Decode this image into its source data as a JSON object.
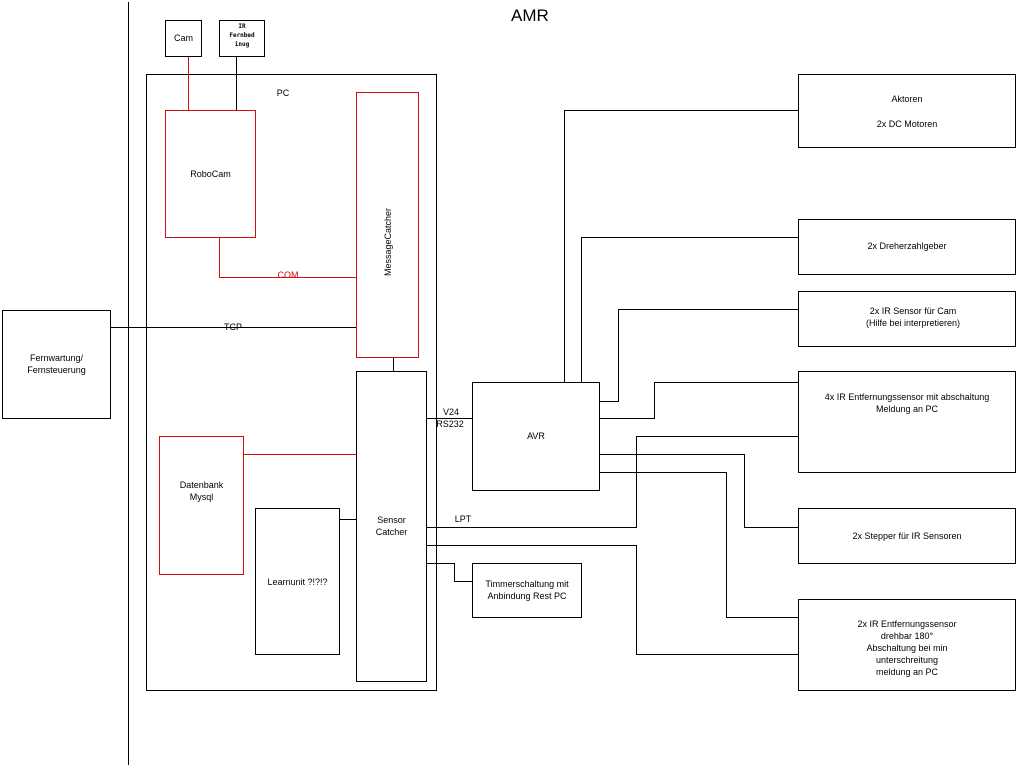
{
  "diagram": {
    "title": "AMR",
    "pc_label": "PC",
    "cam": "Cam",
    "ir_remote": "IR\nFernbed\ninug",
    "robocam": "RoboCam",
    "message_catcher": "MessageCatcher",
    "com_label": "COM",
    "tcp_label": "TCP",
    "remote_maintenance": "Fernwartung/\nFernsteuerung",
    "database": "Datenbank\nMysql",
    "learnunit": "Learnunit ?!?!?",
    "sensor_catcher": "Sensor\nCatcher",
    "v24_label": "V24",
    "rs232_label": "RS232",
    "lpt_label": "LPT",
    "avr": "AVR",
    "timer": "Timmerschaltung mit\nAnbindung Rest PC",
    "actuators": "Aktoren\n\n2x DC Motoren",
    "speed_sensors": "2x Dreherzahlgeber",
    "ir_cam": "2x IR Sensor für Cam\n(Hilfe bei interpretieren)",
    "ir_distance": "4x IR Entfernungssensor mit abschaltung\nMeldung an PC",
    "stepper": "2x Stepper für IR Sensoren",
    "ir_rotatable": "2x IR Entfernungssensor\ndrehbar 180°\nAbschaltung bei min\nunterschreitung\nmeldung an PC",
    "colors": {
      "red": "#d01010",
      "black": "#000000"
    }
  }
}
